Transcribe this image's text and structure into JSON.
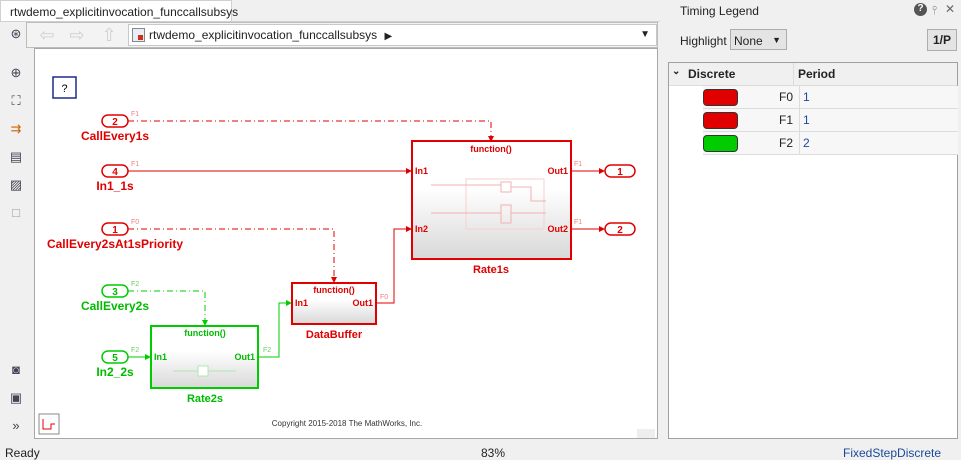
{
  "document_tab": "rtwdemo_explicitinvocation_funccallsubsys",
  "address": {
    "path": "rtwdemo_explicitinvocation_funccallsubsys"
  },
  "diagram": {
    "help_box": "?",
    "inports": [
      {
        "num": "2",
        "name": "CallEvery1s",
        "rate": "F1",
        "color": "#e00000"
      },
      {
        "num": "4",
        "name": "In1_1s",
        "rate": "F1",
        "color": "#e00000"
      },
      {
        "num": "1",
        "name": "CallEvery2sAt1sPriority",
        "rate": "F0",
        "color": "#e00000"
      },
      {
        "num": "3",
        "name": "CallEvery2s",
        "rate": "F2",
        "color": "#00cc00"
      },
      {
        "num": "5",
        "name": "In2_2s",
        "rate": "F2",
        "color": "#00cc00"
      }
    ],
    "blocks": {
      "rate1s": {
        "title": "function()",
        "name": "Rate1s",
        "in1": "In1",
        "in2": "In2",
        "out1": "Out1",
        "out2": "Out2",
        "out1_rate": "F1",
        "out2_rate": "F1"
      },
      "databuffer": {
        "title": "function()",
        "name": "DataBuffer",
        "in1": "In1",
        "out1": "Out1",
        "out_rate": "F0"
      },
      "rate2s": {
        "title": "function()",
        "name": "Rate2s",
        "in1": "In1",
        "out1": "Out1",
        "out_rate": "F2"
      }
    },
    "outports": [
      "1",
      "2"
    ],
    "copyright": "Copyright 2015-2018 The MathWorks, Inc."
  },
  "status": {
    "left": "Ready",
    "zoom": "83%",
    "solver": "FixedStepDiscrete"
  },
  "legend": {
    "title": "Timing Legend",
    "highlight_label": "Highlight",
    "highlight_value": "None",
    "period_button": "1/P",
    "columns": [
      "Discrete",
      "Period"
    ],
    "rows": [
      {
        "label": "F0",
        "period": "1",
        "color": "#e00000"
      },
      {
        "label": "F1",
        "period": "1",
        "color": "#e00000"
      },
      {
        "label": "F2",
        "period": "2",
        "color": "#00cc00"
      }
    ]
  }
}
